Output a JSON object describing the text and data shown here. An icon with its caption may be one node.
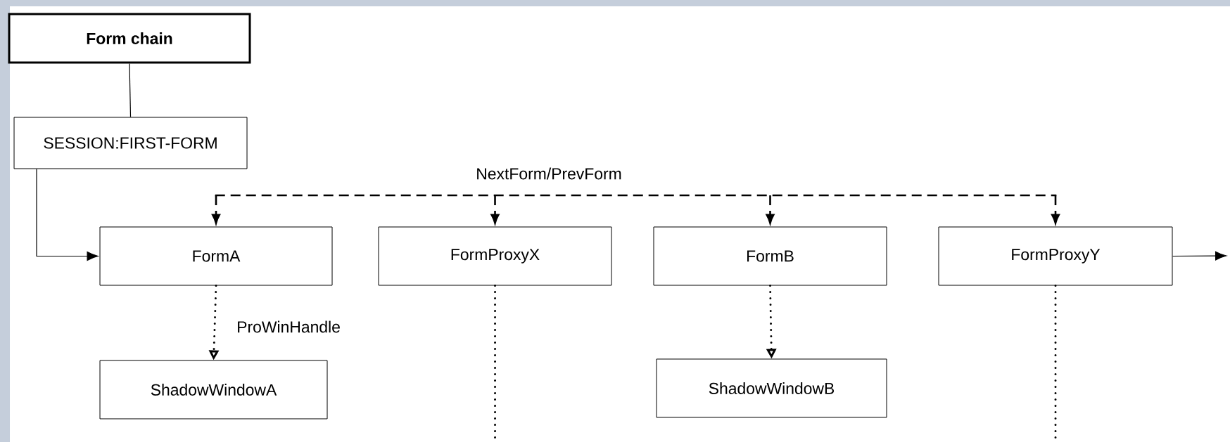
{
  "diagram": {
    "nodes": [
      {
        "text": [
          "Form chain"
        ]
      },
      {
        "text": [
          "SESSION:FIRST-FORM"
        ]
      },
      {
        "text": [
          "FormA"
        ]
      },
      {
        "text": [
          "FormProxyX"
        ]
      },
      {
        "text": [
          "FormB"
        ]
      },
      {
        "text": [
          "FormProxyY"
        ]
      },
      {
        "text": [
          "ShadowWindowA"
        ]
      },
      {
        "text": [
          "ShadowWindowB"
        ]
      }
    ],
    "edges": [
      {
        "from": 0,
        "to": 1,
        "arrow": "none"
      },
      {
        "from": 1,
        "to": 2,
        "arrow": "to"
      },
      {
        "from": null,
        "to": 2,
        "arrow": "to",
        "style": "dashed"
      },
      {
        "from": null,
        "to": 3,
        "arrow": "to",
        "style": "dashed",
        "label": "NextForm/PrevForm"
      },
      {
        "from": null,
        "to": 4,
        "arrow": "to",
        "style": "dashed"
      },
      {
        "from": null,
        "to": 5,
        "arrow": "to",
        "style": "dashed"
      },
      {
        "from": 5,
        "to": null,
        "arrow": "to"
      },
      {
        "from": 2,
        "to": 6,
        "arrow": "to",
        "style": "dashed",
        "label": "ProWinHandle"
      },
      {
        "from": 4,
        "to": 7,
        "arrow": "to",
        "style": "dashed"
      },
      {
        "from": 3,
        "to": null,
        "arrow": "none",
        "style": "dashed"
      },
      {
        "from": 5,
        "to": null,
        "arrow": "none",
        "style": "dashed"
      }
    ]
  }
}
